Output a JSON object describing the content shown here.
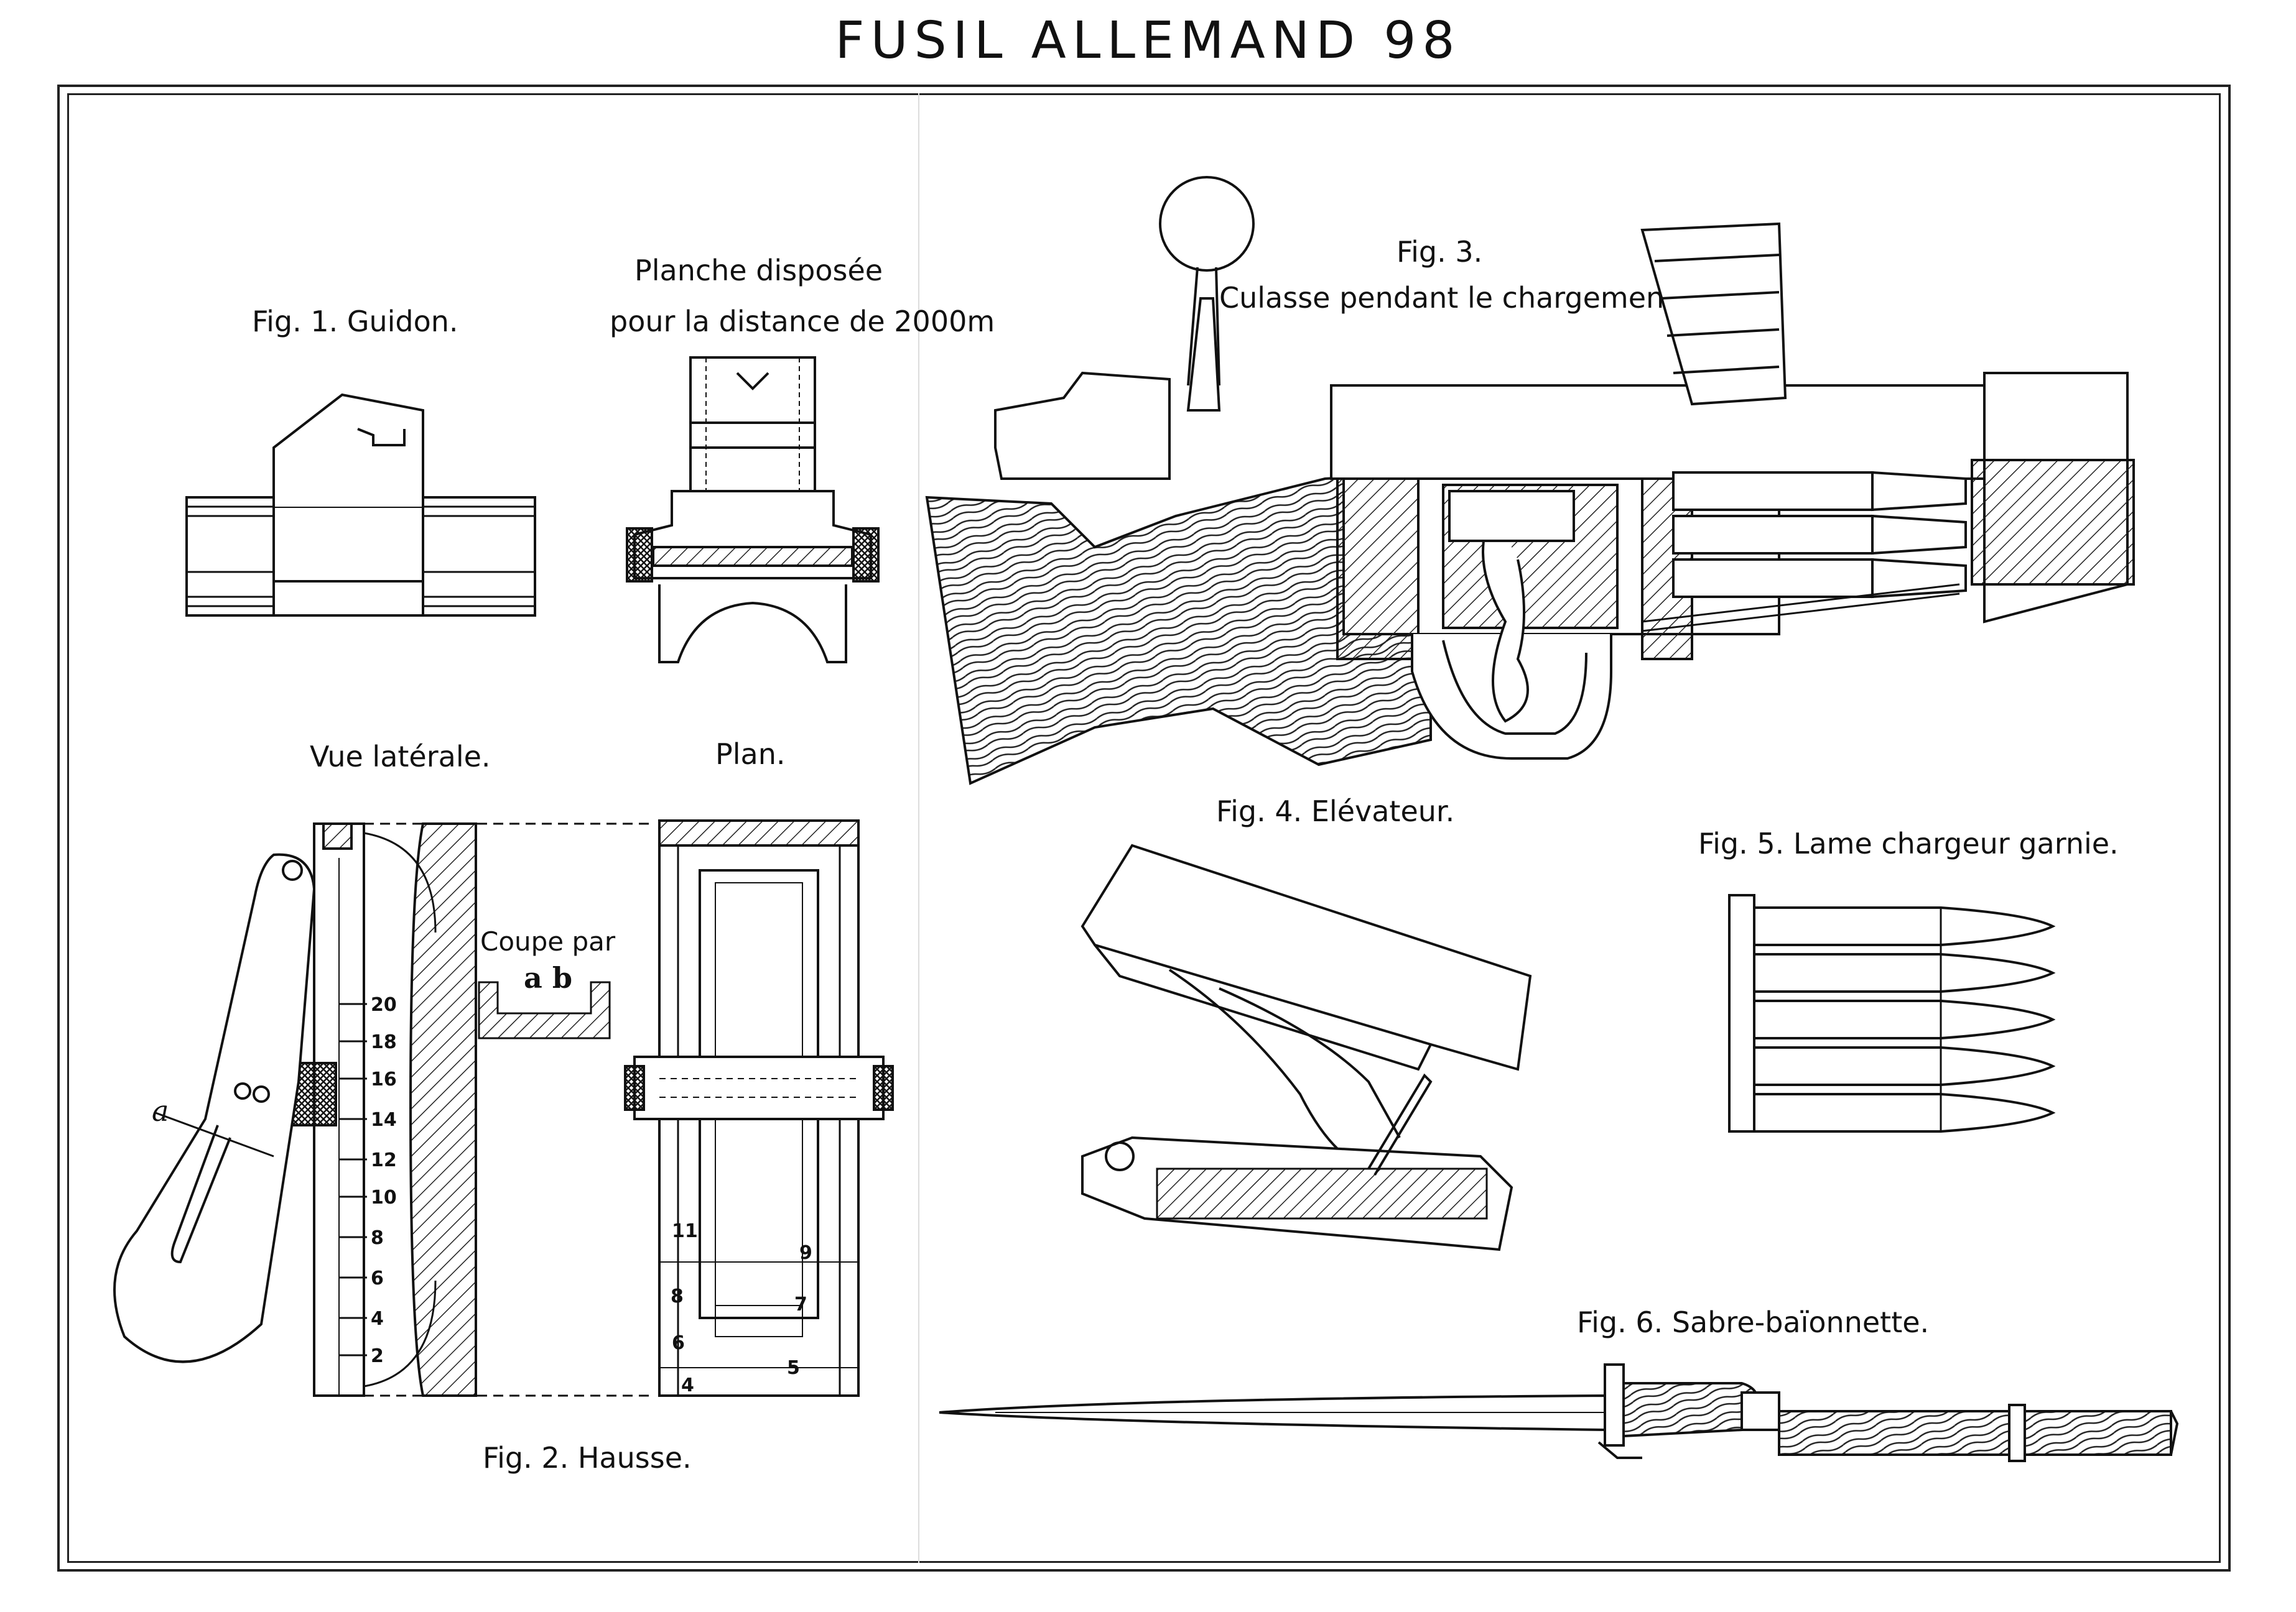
{
  "title": "FUSIL ALLEMAND 98",
  "figures": {
    "fig1": "Fig. 1. Guidon.",
    "planche_line1": "Planche disposée",
    "planche_line2": "pour la distance de 2000m",
    "vue_laterale": "Vue latérale.",
    "plan": "Plan.",
    "coupe_line1": "Coupe par",
    "coupe_line2": "a b",
    "fig2": "Fig. 2. Hausse.",
    "fig3_line1": "Fig. 3.",
    "fig3_line2": "Culasse pendant le chargement",
    "fig4": "Fig. 4. Elévateur.",
    "fig5": "Fig. 5. Lame chargeur garnie.",
    "fig6": "Fig. 6. Sabre-baïonnette.",
    "letter_a": "a",
    "letter_b": "b"
  },
  "scale_ticks": [
    "20",
    "18",
    "16",
    "14",
    "12",
    "10",
    "8",
    "6",
    "4",
    "2"
  ],
  "plan_numbers": [
    "11",
    "9",
    "8",
    "7",
    "6",
    "5",
    "4"
  ]
}
